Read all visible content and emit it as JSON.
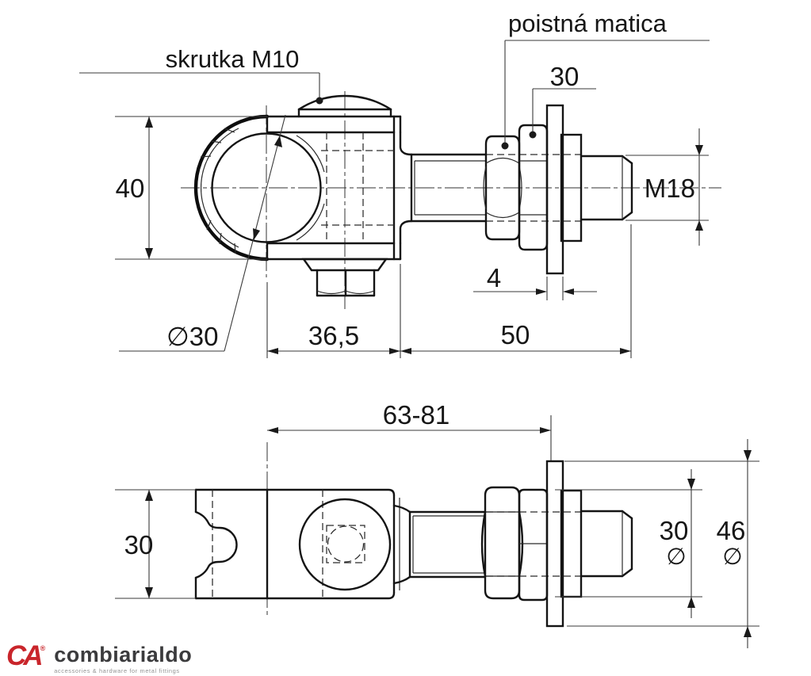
{
  "front_view": {
    "label_screw": "skrutka M10",
    "label_lock_nut": "poistná matica",
    "dim_nut_width": "30",
    "dim_height": "40",
    "dim_thread": "M18",
    "dim_washer_thickness": "4",
    "dim_hole_diameter": "∅30",
    "dim_body_length": "36,5",
    "dim_thread_length": "50"
  },
  "plan_view": {
    "dim_adjust_range": "63-81",
    "dim_plate_width": "30",
    "dim_nut_diameter_value": "30",
    "dim_washer_diameter_value": "46",
    "diameter_symbol": "∅"
  },
  "logo": {
    "monogram": "CA",
    "registered_mark": "®",
    "brand_name": "combiarialdo",
    "tagline": "accessories & hardware for metal fittings",
    "brand_red": "#c9252b",
    "brand_dark": "#3b3b3d",
    "brand_gray": "#949494"
  }
}
